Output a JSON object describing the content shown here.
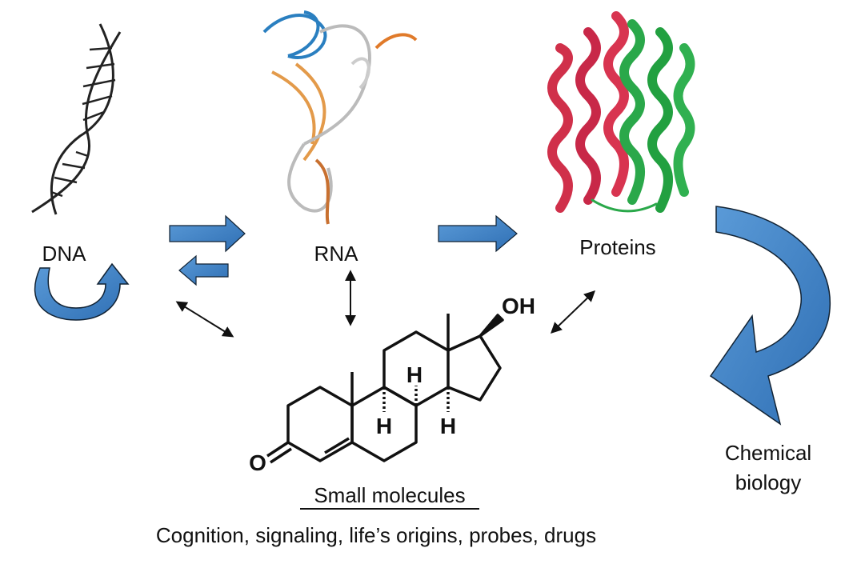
{
  "labels": {
    "dna": "DNA",
    "rna": "RNA",
    "proteins": "Proteins",
    "small_molecules": "Small molecules",
    "caption": "Cognition, signaling, life’s origins, probes, drugs",
    "chemical": "Chemical",
    "biology": "biology"
  },
  "atoms": {
    "oh": "OH",
    "o": "O",
    "h1": "H",
    "h2": "H",
    "h3": "H"
  },
  "colors": {
    "arrow_blue": "#4a86c8",
    "rna_blue": "#2a7fc0",
    "rna_orange": "#e39a4a",
    "protein_red": "#d0304a",
    "protein_green": "#2aa84a"
  }
}
